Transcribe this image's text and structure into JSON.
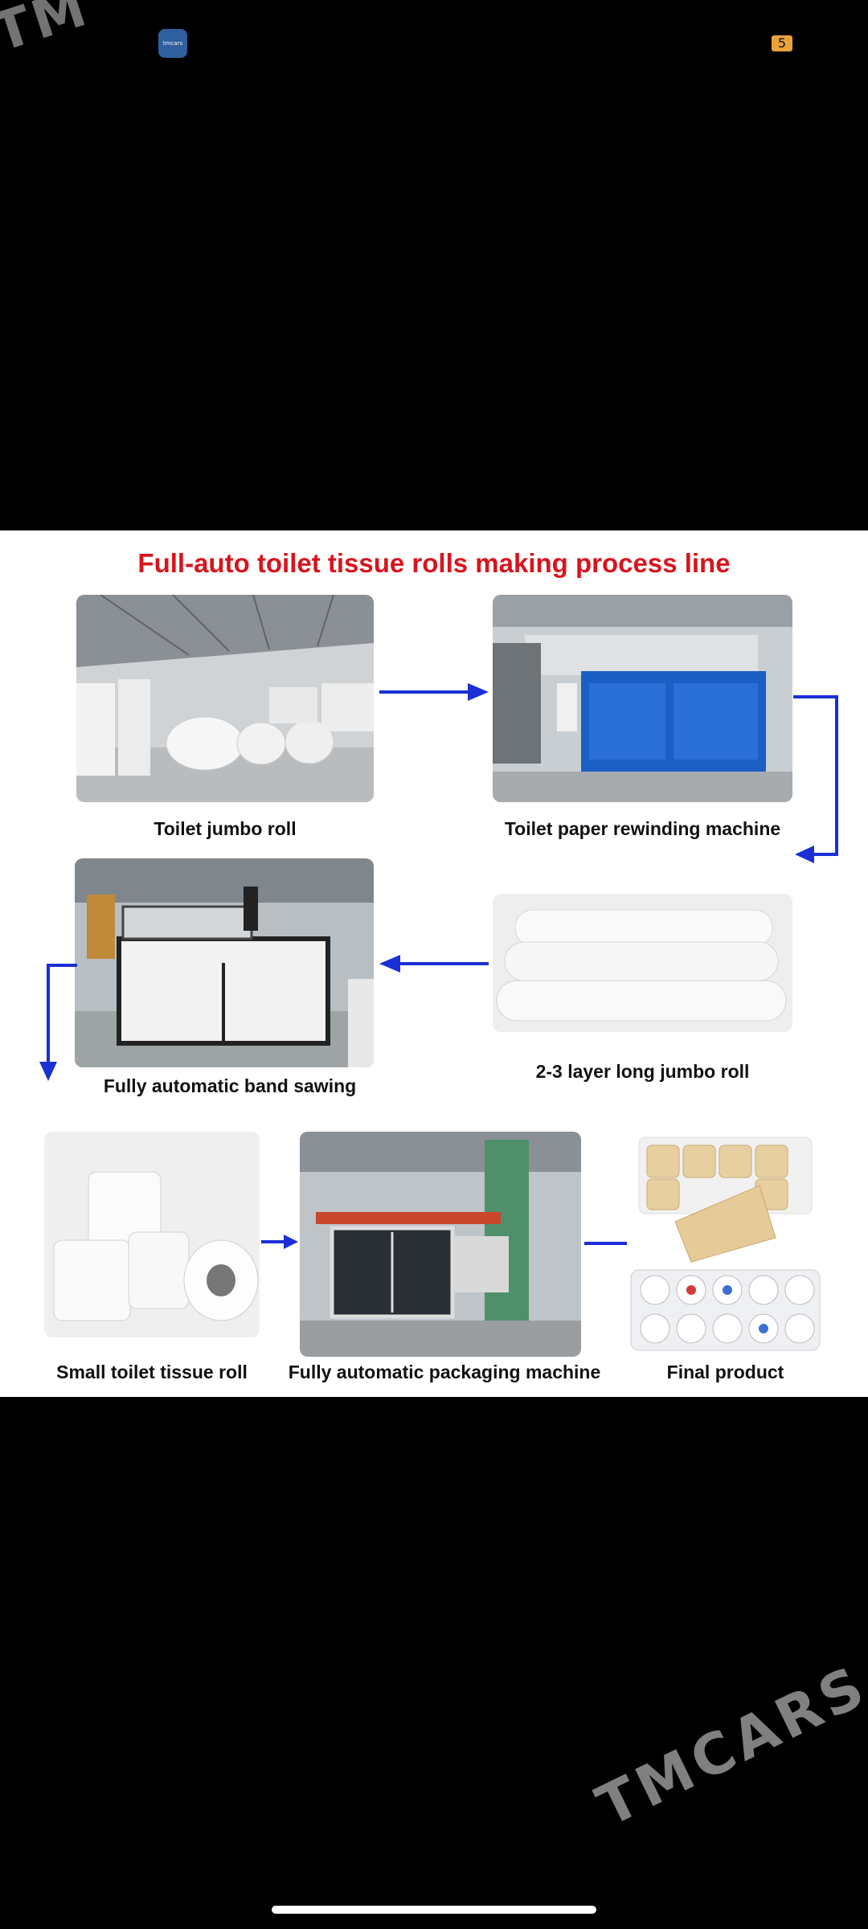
{
  "watermark": {
    "top": "TM",
    "bottom": "TMCARS"
  },
  "status_bar": {
    "app_icon_text": "tmcars",
    "badge": "5"
  },
  "infographic": {
    "title": "Full-auto toilet tissue rolls making process line",
    "steps": [
      {
        "label": "Toilet jumbo roll"
      },
      {
        "label": "Toilet paper rewinding machine"
      },
      {
        "label": "2-3 layer long jumbo roll"
      },
      {
        "label": "Fully automatic band sawing"
      },
      {
        "label": "Small toilet tissue roll"
      },
      {
        "label": "Fully automatic packaging machine"
      },
      {
        "label": "Final product"
      }
    ],
    "colors": {
      "title": "#d8141d",
      "arrow": "#1b2fd6"
    }
  }
}
